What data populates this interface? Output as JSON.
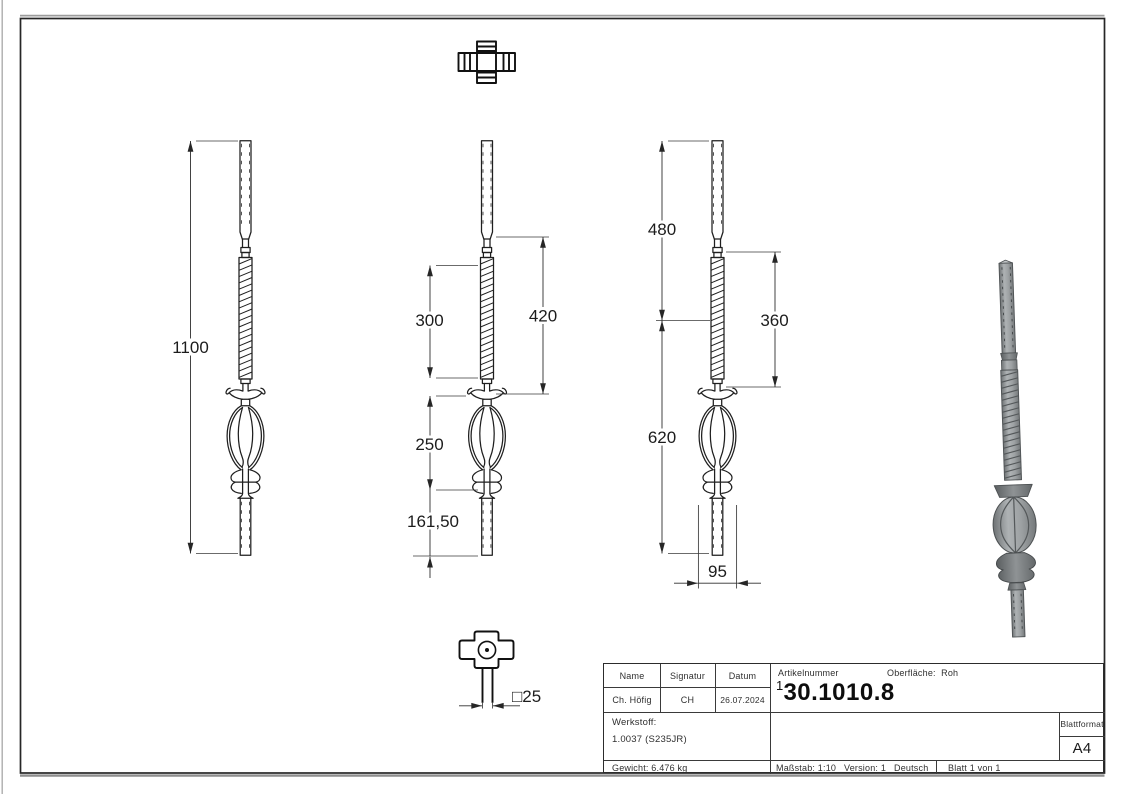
{
  "dimensions": {
    "total": "1100",
    "twist": "300",
    "upper": "420",
    "ornament": "250",
    "bottom": "161,50",
    "top_section": "480",
    "twist_section": "360",
    "lower_section": "620",
    "ornament_width": "95",
    "square": "□25"
  },
  "title_block": {
    "col_name": "Name",
    "col_signatur": "Signatur",
    "col_datum": "Datum",
    "val_name": "Ch. Höfig",
    "val_signatur": "CH",
    "val_datum": "26.07.2024",
    "artikelnummer_label": "Artikelnummer",
    "artikelnummer_prefix": "1",
    "artikelnummer": "30.1010.8",
    "oberflaeche_label": "Oberfläche:",
    "oberflaeche_value": "Roh",
    "werkstoff_label": "Werkstoff:",
    "werkstoff_value": "1.0037 (S235JR)",
    "gewicht": "Gewicht: 6.476 kg",
    "massstab": "Maßstab: 1:10",
    "version": "Version: 1",
    "language": "Deutsch",
    "blatt": "Blatt 1 von 1",
    "blattformat_label": "Blattformat",
    "blattformat_value": "A4"
  }
}
